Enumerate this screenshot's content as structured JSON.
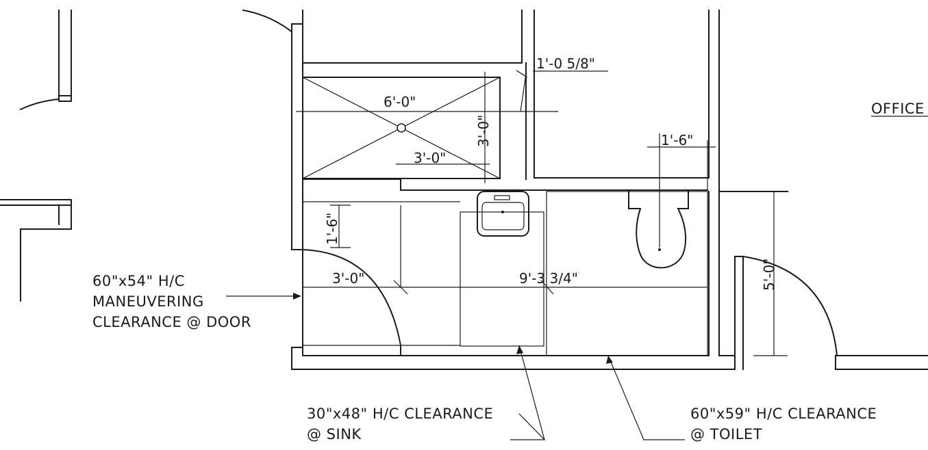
{
  "room_label": "OFFICE",
  "dimensions": {
    "shower_width": "6'-0\"",
    "shower_depth": "3'-0\"",
    "shower_inner": "3'-0\"",
    "wall_offset": "1'-0 5/8\"",
    "toilet_centerline": "1'-6\"",
    "door_offset": "1'-6\"",
    "door_clear": "3'-0\"",
    "room_length": "9'-3 3/4\"",
    "toilet_depth": "5'-0\""
  },
  "notes": {
    "door": [
      "60\"x54\" H/C",
      "MANEUVERING",
      "CLEARANCE @ DOOR"
    ],
    "sink": [
      "30\"x48\" H/C CLEARANCE",
      "@ SINK"
    ],
    "toilet": [
      "60\"x59\" H/C CLEARANCE",
      "@ TOILET"
    ]
  }
}
